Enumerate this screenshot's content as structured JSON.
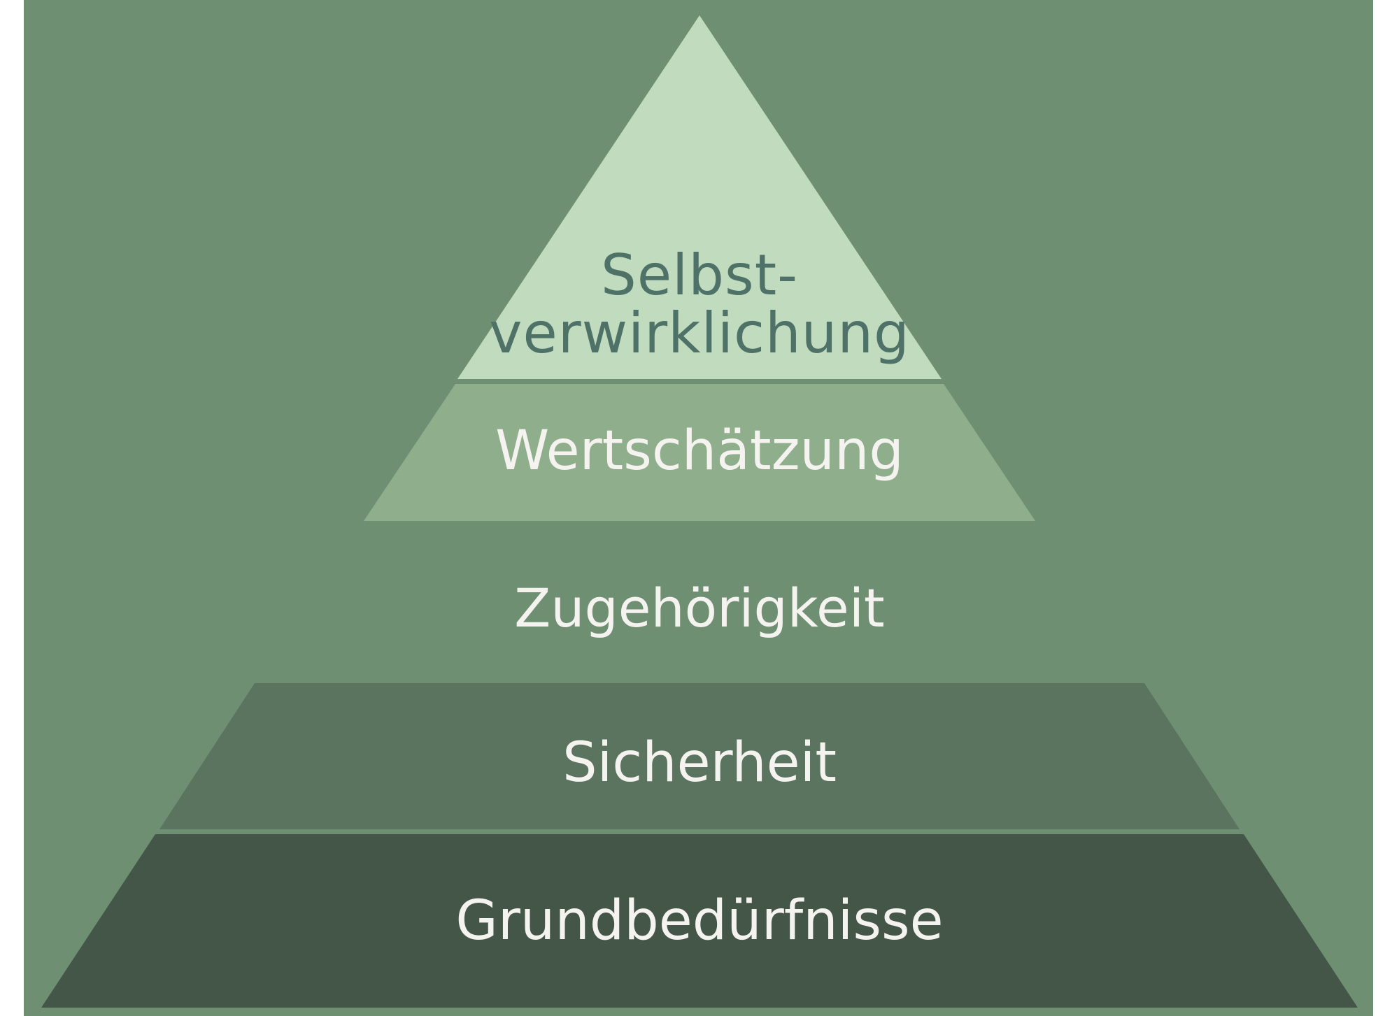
{
  "diagram": {
    "type": "pyramid",
    "title": "",
    "colors": {
      "background": "#6f8f73",
      "level_1": "#c0dbbd",
      "level_2": "#8fae8b",
      "level_3": "#6f8f73",
      "level_4": "#5b745f",
      "level_5": "#435647",
      "text_light": "#f5f3ef",
      "text_dark": "#4f7268"
    },
    "levels": [
      {
        "rank": 1,
        "label_line1": "Selbst-",
        "label_line2": "verwirklichung"
      },
      {
        "rank": 2,
        "label": "Wertschätzung"
      },
      {
        "rank": 3,
        "label": "Zugehörigkeit"
      },
      {
        "rank": 4,
        "label": "Sicherheit"
      },
      {
        "rank": 5,
        "label": "Grundbedürfnisse"
      }
    ]
  }
}
